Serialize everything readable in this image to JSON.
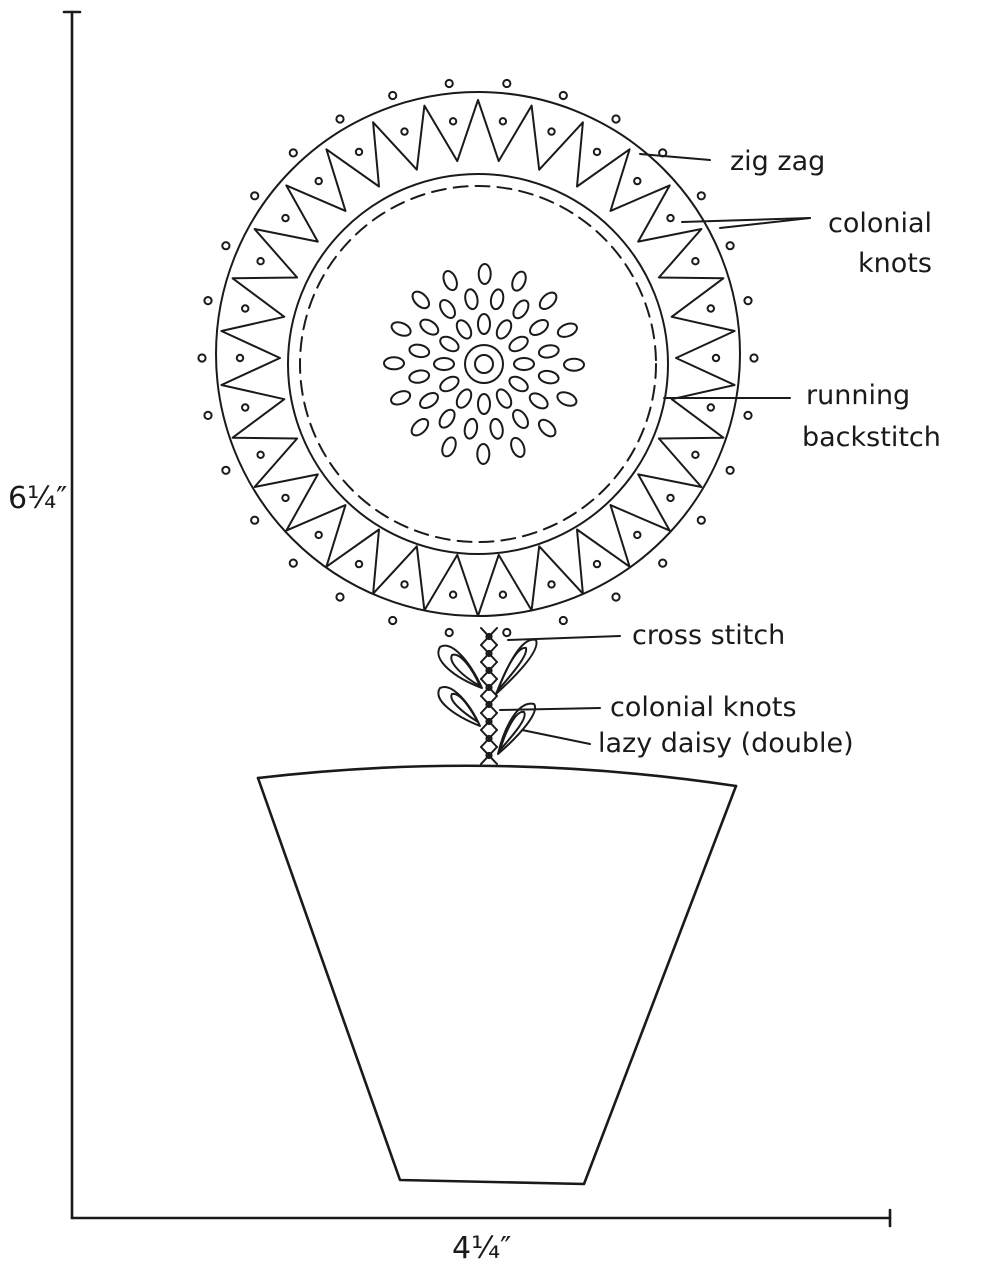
{
  "labels": {
    "zig_zag": "zig zag",
    "colonial_knots_top_line1": "colonial",
    "colonial_knots_top_line2": "knots",
    "running_line1": "running",
    "running_line2": "backstitch",
    "cross_stitch": "cross stitch",
    "colonial_knots_stem": "colonial knots",
    "lazy_daisy": "lazy daisy (double)"
  },
  "dimensions": {
    "height": "6¼″",
    "width": "4¼″"
  },
  "colors": {
    "ink": "#1a1a1a",
    "paper": "#ffffff"
  }
}
